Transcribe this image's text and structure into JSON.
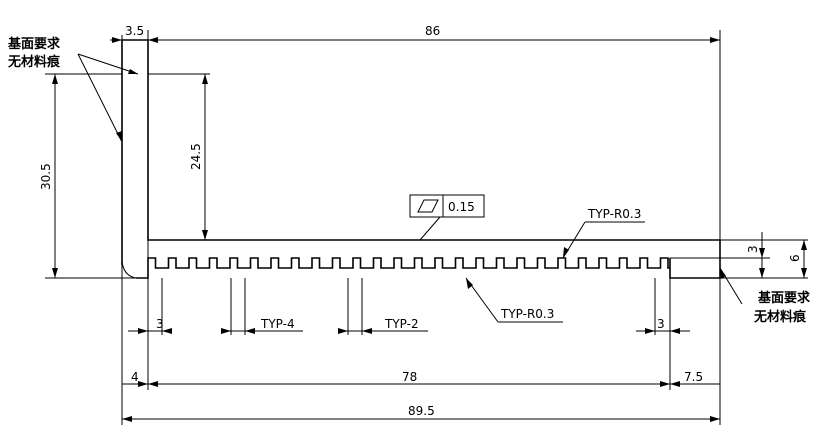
{
  "notes": {
    "top_left": {
      "line1": "基面要求",
      "line2": "无材料痕"
    },
    "bottom_right": {
      "line1": "基面要求",
      "line2": "无材料痕"
    }
  },
  "dimensions": {
    "top_offset": "3.5",
    "top_width": "86",
    "left_height": "30.5",
    "inner_height": "24.5",
    "fin_height": "3",
    "base_height": "6",
    "fin_gap": "3",
    "fin_gap_right": "3",
    "left_margin": "4",
    "fin_span": "78",
    "right_margin": "7.5",
    "overall_width": "89.5"
  },
  "typ_labels": {
    "pitch": "TYP-4",
    "fin_width": "TYP-2",
    "radius_top": "TYP-R0.3",
    "radius_bottom": "TYP-R0.3"
  },
  "flatness": {
    "symbol": "parallelogram",
    "value": "0.15"
  }
}
